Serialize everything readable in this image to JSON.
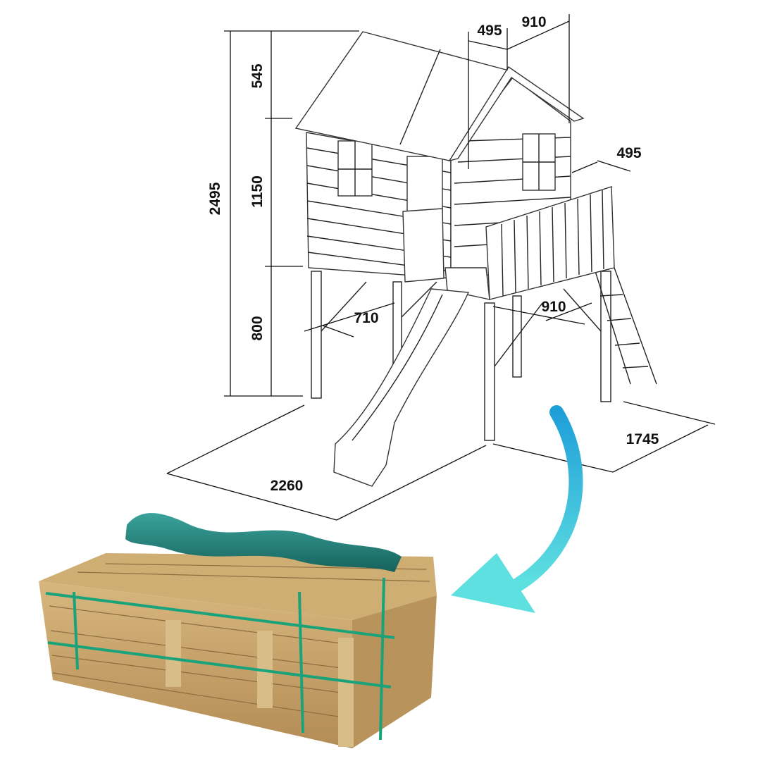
{
  "dimensions": {
    "total_height": "2495",
    "roof_height": "545",
    "wall_height": "1150",
    "platform_height": "800",
    "roof_overhang_depth": "495",
    "house_depth": "910",
    "terrace_width": "495",
    "leg_spacing_front": "710",
    "terrace_depth": "910",
    "overall_length": "2260",
    "overall_width": "1745"
  },
  "colors": {
    "arrow_start": "#1f9fd8",
    "arrow_end": "#5fe0e0",
    "slide": "#1f7f78",
    "wood": "#c9a46a",
    "strap": "#1aa37a"
  }
}
